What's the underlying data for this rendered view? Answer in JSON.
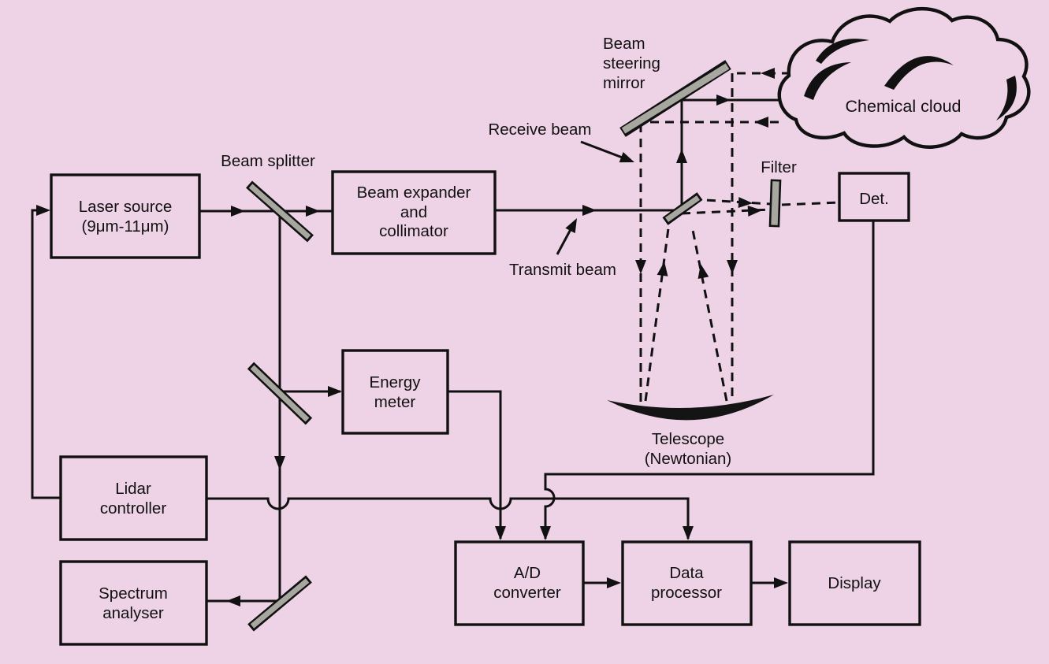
{
  "colors": {
    "background": "#eed3e6",
    "line": "#111111",
    "mirror_fill": "#a7a7a0"
  },
  "nodes": {
    "laser_source": {
      "lines": [
        "Laser source",
        "(9μm-11μm)"
      ]
    },
    "beam_expander": {
      "lines": [
        "Beam expander",
        "and",
        "collimator"
      ]
    },
    "energy_meter": {
      "lines": [
        "Energy",
        "meter"
      ]
    },
    "lidar_controller": {
      "lines": [
        "Lidar",
        "controller"
      ]
    },
    "spectrum_analyser": {
      "lines": [
        "Spectrum",
        "analyser"
      ]
    },
    "ad_converter": {
      "lines": [
        "A/D",
        "converter"
      ]
    },
    "data_processor": {
      "lines": [
        "Data",
        "processor"
      ]
    },
    "display": {
      "lines": [
        "Display"
      ]
    },
    "detector": {
      "lines": [
        "Det."
      ]
    }
  },
  "labels": {
    "beam_splitter": "Beam splitter",
    "beam_steering_mirror": [
      "Beam",
      "steering",
      "mirror"
    ],
    "receive_beam": "Receive beam",
    "transmit_beam": "Transmit beam",
    "filter": "Filter",
    "chemical_cloud": "Chemical cloud",
    "telescope": [
      "Telescope",
      "(Newtonian)"
    ]
  }
}
